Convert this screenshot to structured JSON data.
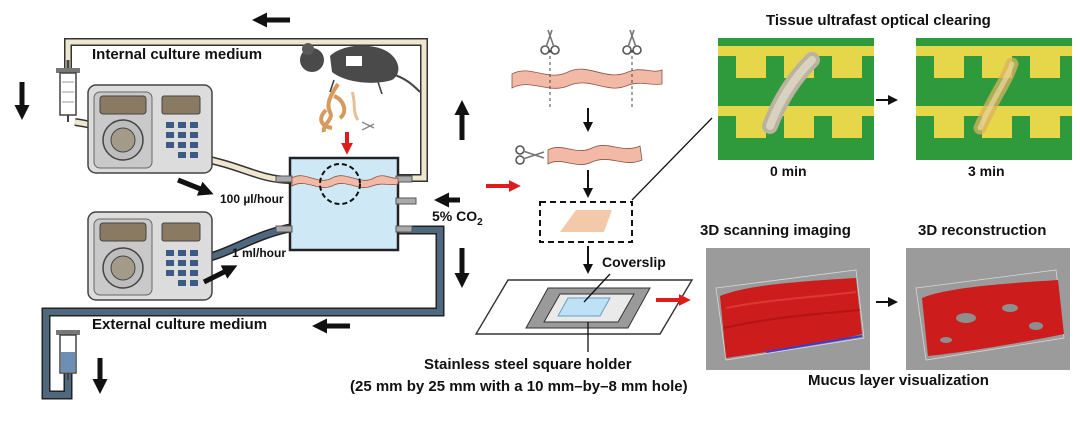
{
  "labels": {
    "internal_medium": "Internal culture medium",
    "external_medium": "External culture medium",
    "flow_internal": "100 µl/hour",
    "flow_external": "1 ml/hour",
    "co2": "5% CO",
    "co2_sub": "2",
    "coverslip": "Coverslip",
    "holder_line1": "Stainless steel square holder",
    "holder_line2": "(25 mm by 25 mm with a 10 mm–by–8 mm hole)",
    "clearing_title": "Tissue ultrafast optical clearing",
    "time_0": "0 min",
    "time_3": "3 min",
    "scan_title": "3D scanning imaging",
    "recon_title": "3D reconstruction",
    "mucus": "Mucus layer visualization"
  },
  "colors": {
    "internal_tube": "#efe6cf",
    "external_tube": "#50687e",
    "chamber": "#cfe8f6",
    "tissue": "#f2b9a6",
    "arrow_red": "#e01b1b",
    "board_green": "#2e9a3c",
    "board_yellow": "#e6d64a",
    "mucus_red": "#d21f1f",
    "coverslip_blue": "#bfe1f5"
  },
  "icons": {
    "pump": "peristaltic-pump-icon",
    "mouse": "mouse-icon",
    "scissors": "scissors-icon",
    "syringe": "syringe-icon"
  }
}
